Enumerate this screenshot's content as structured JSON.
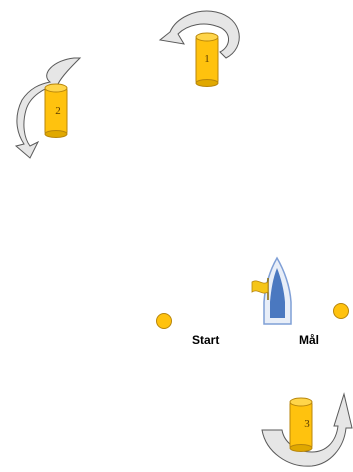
{
  "marks": [
    {
      "number": "1",
      "label": "1"
    },
    {
      "number": "2",
      "label": "2"
    },
    {
      "number": "3",
      "label": "3"
    }
  ],
  "start_line": {
    "start_label": "Start",
    "finish_label": "Mål"
  },
  "colors": {
    "buoy_fill": "#FFC20E",
    "buoy_top": "#FFD54A",
    "buoy_edge": "#B8860B",
    "arrow_fill": "#E6E6E6",
    "arrow_stroke": "#595959",
    "boat_fill": "#4A78C0",
    "boat_edge": "#7F9FD6",
    "flag_fill": "#F5C518"
  }
}
